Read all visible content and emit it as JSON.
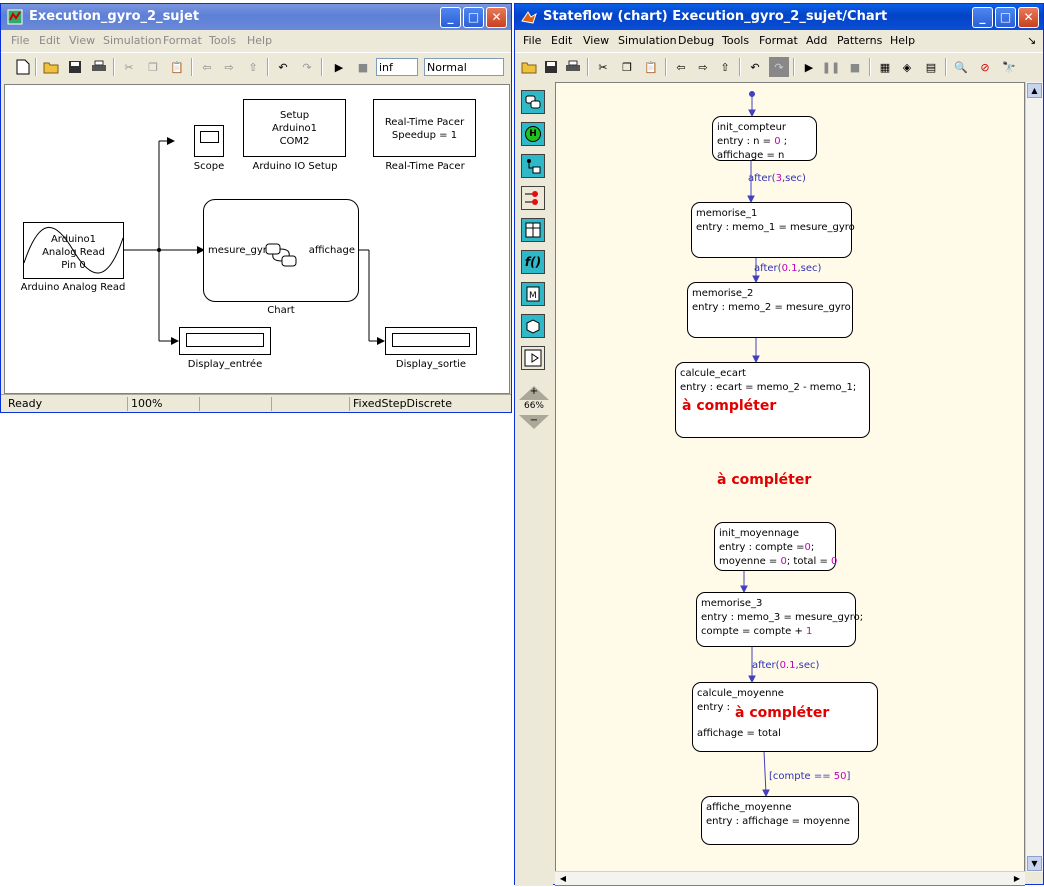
{
  "simulink": {
    "title": "Execution_gyro_2_sujet",
    "menus": [
      "File",
      "Edit",
      "View",
      "Simulation",
      "Format",
      "Tools",
      "Help"
    ],
    "stop_time": "inf",
    "sim_mode": "Normal",
    "blocks": {
      "arduino_read_text": [
        "Arduino1",
        "Analog Read",
        "Pin 0"
      ],
      "arduino_read_name": "Arduino Analog Read",
      "scope_name": "Scope",
      "setup_text": [
        "Setup",
        "Arduino1",
        "COM2"
      ],
      "setup_name": "Arduino IO Setup",
      "pacer_text": [
        "Real-Time Pacer",
        "Speedup = 1"
      ],
      "pacer_name": "Real-Time Pacer",
      "chart_in": "mesure_gyro",
      "chart_out": "affichage",
      "chart_name": "Chart",
      "display_in_name": "Display_entrée",
      "display_out_name": "Display_sortie"
    },
    "status": {
      "state": "Ready",
      "zoom": "100%",
      "solver": "FixedStepDiscrete"
    }
  },
  "stateflow": {
    "title": "Stateflow (chart) Execution_gyro_2_sujet/Chart",
    "menus": [
      "File",
      "Edit",
      "View",
      "Simulation",
      "Debug",
      "Tools",
      "Format",
      "Add",
      "Patterns",
      "Help"
    ],
    "zoom": "66%",
    "states": {
      "init_compteur": {
        "name": "init_compteur",
        "l1": "entry : n = ",
        "l1n": "0",
        "l1e": " ;",
        "l2": "affichage = n"
      },
      "memorise_1": {
        "name": "memorise_1",
        "l1": "entry : memo_1 = mesure_gyro"
      },
      "memorise_2": {
        "name": "memorise_2",
        "l1": "entry : memo_2 = mesure_gyro"
      },
      "calcule_ecart": {
        "name": "calcule_ecart",
        "l1": "entry : ecart = memo_2 - memo_1;"
      },
      "init_moyennage": {
        "name": "init_moyennage",
        "l1": "entry : compte =",
        "l1n": "0",
        "l1e": ";",
        "l2": "moyenne = ",
        "l2n": "0",
        "l2m": "; total = ",
        "l2n2": "0"
      },
      "memorise_3": {
        "name": "memorise_3",
        "l1": "entry : memo_3 = mesure_gyro;",
        "l2": "compte = compte + ",
        "l2n": "1"
      },
      "calcule_moyenne": {
        "name": "calcule_moyenne",
        "l1": "entry :",
        "l2": "affichage = total"
      },
      "affiche_moyenne": {
        "name": "affiche_moyenne",
        "l1": "entry : affichage = moyenne"
      }
    },
    "transitions": {
      "t1": {
        "a": "after(",
        "n": "3",
        "b": ",sec)"
      },
      "t2": {
        "a": "after(",
        "n": "0.1",
        "b": ",sec)"
      },
      "t3": {
        "a": "after(",
        "n": "0.1",
        "b": ",sec)"
      },
      "t4": {
        "a": "[compte == ",
        "n": "50",
        "b": "]"
      }
    },
    "todo": "à compléter"
  },
  "colors": {
    "title_active": "#0343c6",
    "todo": "#e00000",
    "number": "#c000c0",
    "transition": "#3030b0"
  }
}
